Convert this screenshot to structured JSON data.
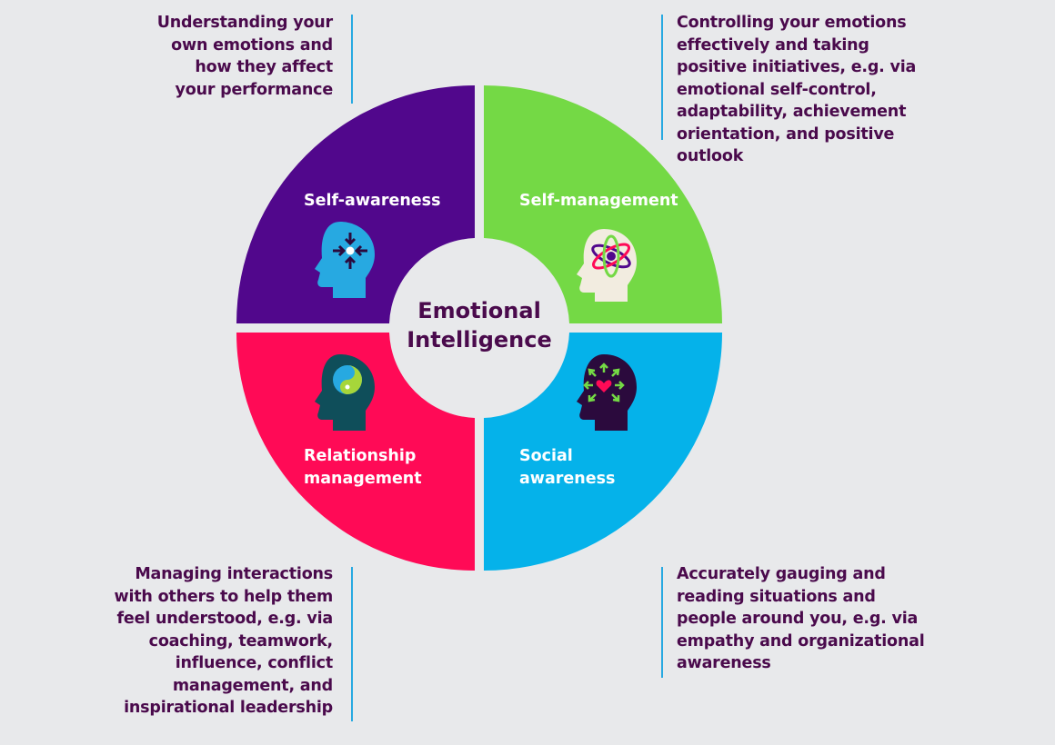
{
  "center": {
    "title_line1": "Emotional",
    "title_line2": "Intelligence"
  },
  "quadrants": {
    "self_awareness": {
      "label": "Self-awareness",
      "color": "#51078c",
      "icon": "head-arrows-inward-icon",
      "description": [
        "Understanding your",
        "own emotions and",
        "how they affect",
        "your performance"
      ]
    },
    "self_management": {
      "label": "Self-management",
      "color": "#74d945",
      "icon": "head-atom-icon",
      "description": [
        "Controlling your emotions",
        "effectively and taking",
        "positive initiatives, e.g. via",
        "emotional self-control,",
        "adaptability, achievement",
        "orientation, and positive",
        "outlook"
      ]
    },
    "relationship_management": {
      "label_line1": "Relationship",
      "label_line2": "management",
      "color": "#ff0a56",
      "icon": "head-yin-yang-icon",
      "description": [
        "Managing interactions",
        "with others to help them",
        "feel understood, e.g. via",
        "coaching, teamwork,",
        "influence, conflict",
        "management, and",
        "inspirational leadership"
      ]
    },
    "social_awareness": {
      "label_line1": "Social",
      "label_line2": "awareness",
      "color": "#05b2ea",
      "icon": "head-heart-arrows-icon",
      "description": [
        "Accurately gauging and",
        "reading situations and",
        "people around you, e.g. via",
        "empathy and organizational",
        "awareness"
      ]
    }
  },
  "colors": {
    "background": "#e8e9eb",
    "text": "#4a0a4c",
    "rule": "#27a9e1",
    "center_fill": "#e8e9eb"
  }
}
